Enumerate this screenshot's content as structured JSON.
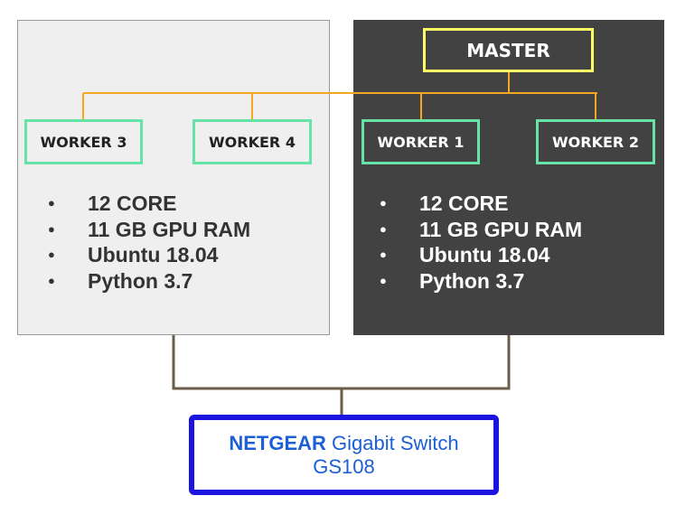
{
  "master": {
    "label": "MASTER"
  },
  "workers": {
    "w1": "WORKER 1",
    "w2": "WORKER 2",
    "w3": "WORKER 3",
    "w4": "WORKER 4"
  },
  "specs_left": [
    "12 CORE",
    "11 GB GPU RAM",
    "Ubuntu 18.04",
    "Python 3.7"
  ],
  "specs_right": [
    "12 CORE",
    "11 GB GPU RAM",
    "Ubuntu 18.04",
    "Python 3.7"
  ],
  "switch": {
    "brand": "NETGEAR",
    "name": "Gigabit Switch",
    "model": "GS108"
  },
  "colors": {
    "bus": "#f5a623",
    "ethernet": "#6b5d4a",
    "worker_border": "#66e3a6",
    "master_border": "#ffff66",
    "switch_border": "#1b14e0",
    "switch_text": "#1c5fd6",
    "left_panel": "#efefef",
    "right_panel": "#424242"
  }
}
